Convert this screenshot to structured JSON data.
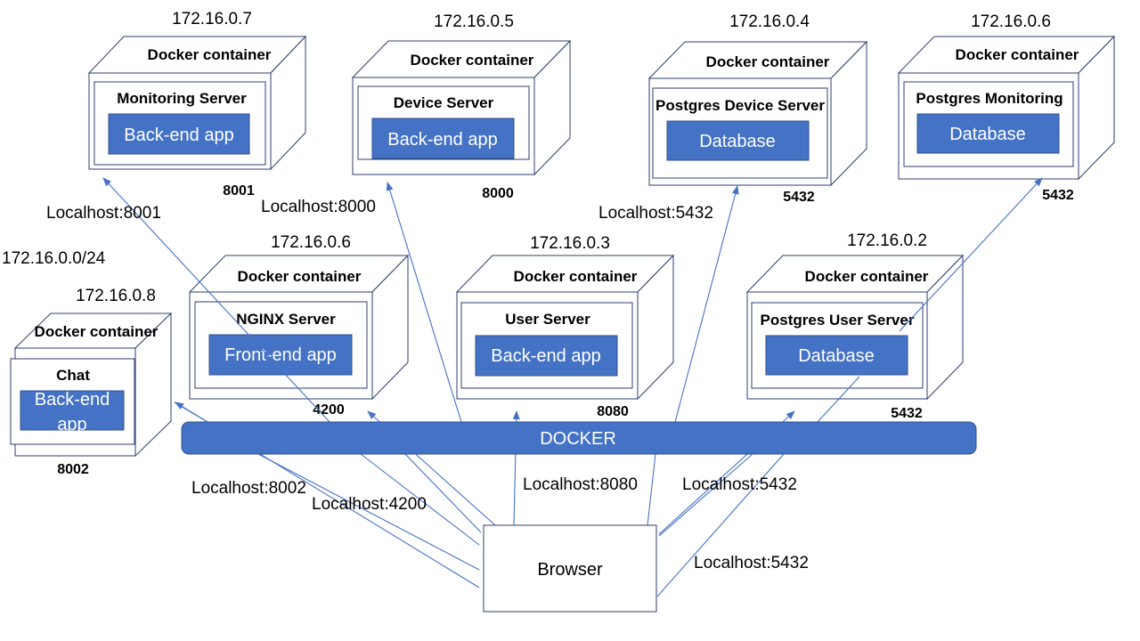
{
  "subnet": "172.16.0.0/24",
  "bus_label": "DOCKER",
  "browser_label": "Browser",
  "containers": {
    "monitoring": {
      "ip": "172.16.0.7",
      "title": "Docker container",
      "server": "Monitoring  Server",
      "app": "Back-end app",
      "port": "8001",
      "localhost": "Localhost:8001"
    },
    "device": {
      "ip": "172.16.0.5",
      "title": "Docker container",
      "server": "Device Server",
      "app": "Back-end app",
      "port": "8000",
      "localhost": "Localhost:8000"
    },
    "pg_device": {
      "ip": "172.16.0.4",
      "title": "Docker container",
      "server": "Postgres  Device Server",
      "app": "Database",
      "port": "5432",
      "localhost": "Localhost:5432"
    },
    "pg_monitoring": {
      "ip": "172.16.0.6",
      "title": "Docker container",
      "server": "Postgres  Monitoring",
      "app": "Database",
      "port": "5432"
    },
    "nginx": {
      "ip": "172.16.0.6",
      "title": "Docker container",
      "server": "NGINX Server",
      "app": "Front-end app",
      "port": "4200",
      "localhost": "Localhost:4200"
    },
    "user": {
      "ip": "172.16.0.3",
      "title": "Docker container",
      "server": "User Server",
      "app": "Back-end app",
      "port": "8080",
      "localhost": "Localhost:8080"
    },
    "pg_user": {
      "ip": "172.16.0.2",
      "title": "Docker container",
      "server": "Postgres User Server",
      "app": "Database",
      "port": "5432",
      "localhost": "Localhost:5432"
    },
    "chat": {
      "ip": "172.16.0.8",
      "title": "Docker container",
      "server": "Chat",
      "app_line1": "Back-end",
      "app_line2": "app",
      "port": "8002",
      "localhost": "Localhost:8002"
    }
  },
  "extra_localhost_5432": "Localhost:5432",
  "colors": {
    "accent": "#4472c4",
    "accent_border": "#2f528f",
    "outline": "#2f3f6f"
  }
}
